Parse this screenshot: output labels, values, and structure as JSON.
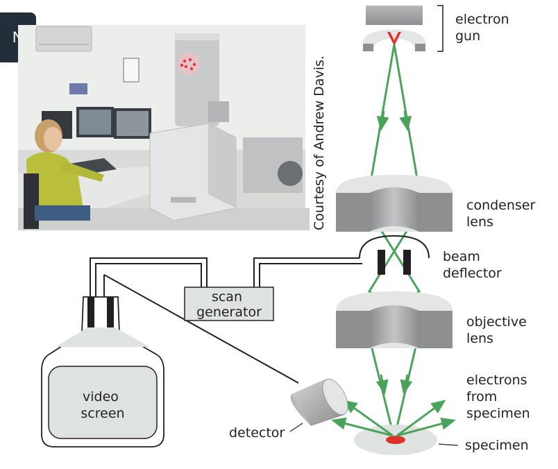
{
  "badge": {
    "letter": "N"
  },
  "photo": {
    "credit": "Courtesy of Andrew Davis."
  },
  "labels": {
    "electron_gun": [
      "electron",
      "gun"
    ],
    "condenser_lens": [
      "condenser",
      "lens"
    ],
    "beam_deflector": [
      "beam",
      "deflector"
    ],
    "objective_lens": [
      "objective",
      "lens"
    ],
    "electrons_from_specimen": [
      "electrons",
      "from",
      "specimen"
    ],
    "specimen": "specimen",
    "detector": "detector",
    "scan_generator": [
      "scan",
      "generator"
    ],
    "video_screen": [
      "video",
      "screen"
    ]
  },
  "colors": {
    "beam": "#4aa35a",
    "focus": "#e0312b",
    "lens_fill": "#9a9b9d",
    "lens_top": "#e3e6e4",
    "box_fill": "#dfe3e0",
    "wire": "#231f20"
  }
}
